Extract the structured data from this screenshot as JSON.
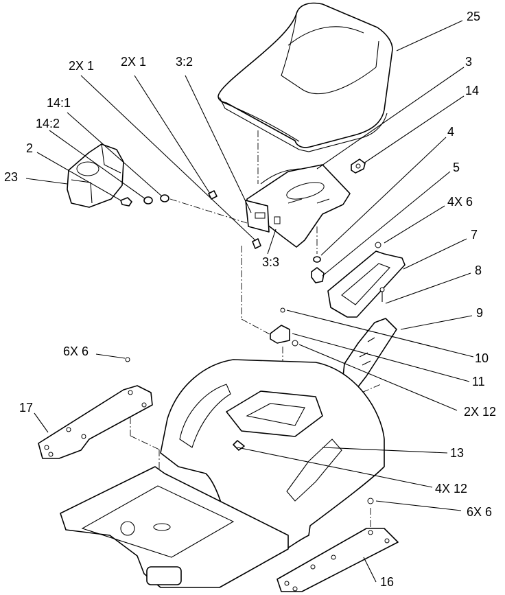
{
  "callouts": {
    "c25": "25",
    "c3": "3",
    "c14": "14",
    "c4": "4",
    "c5": "5",
    "c4x6": "4X 6",
    "c7": "7",
    "c8": "8",
    "c9": "9",
    "c10": "10",
    "c11": "11",
    "c2x12": "2X 12",
    "c13": "13",
    "c4x12": "4X 12",
    "c6x6r": "6X 6",
    "c16": "16",
    "c6x6l": "6X 6",
    "c17": "17",
    "c2x1a": "2X 1",
    "c2x1b": "2X 1",
    "c3_2": "3:2",
    "c14_1": "14:1",
    "c14_2": "14:2",
    "c2": "2",
    "c23": "23",
    "c3_3": "3:3"
  }
}
